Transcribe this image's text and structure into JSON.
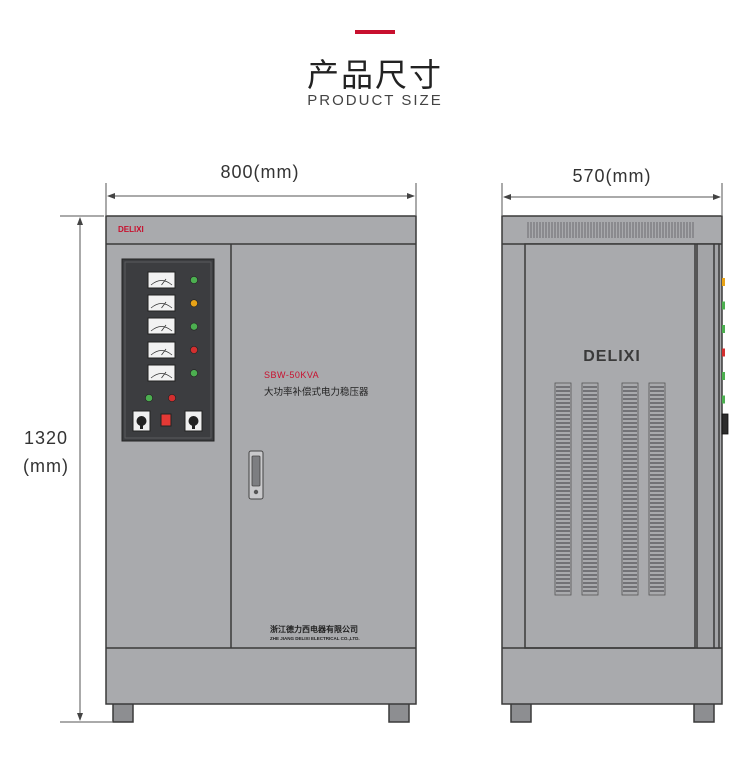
{
  "header": {
    "title": "产品尺寸",
    "subtitle": "PRODUCT SIZE",
    "accent_color": "#c8102e"
  },
  "dimensions": {
    "width": "800(mm)",
    "depth": "570(mm)",
    "height_value": "1320",
    "height_unit": "(mm)"
  },
  "front_view": {
    "brand": "DELIXI",
    "model": "SBW-50KVA",
    "product_name": "大功率补偿式电力稳压器",
    "company_cn": "浙江德力西电器有限公司",
    "company_en": "ZHE JIANG DELIXI ELECTRICAL CO.,LTD.",
    "indicator_colors": [
      "#4caf50",
      "#e8a317",
      "#4caf50",
      "#d32f2f",
      "#4caf50"
    ],
    "bottom_indicator_colors": [
      "#4caf50",
      "#d32f2f"
    ]
  },
  "side_view": {
    "brand": "DELIXI",
    "side_indicator_colors": [
      "#e8a317",
      "#4caf50",
      "#4caf50",
      "#d32f2f",
      "#4caf50",
      "#4caf50"
    ]
  },
  "colors": {
    "cabinet": "#a9aaad",
    "cabinet_dark": "#8d8e91",
    "outline": "#3a3a3a",
    "panel": "#3c3d40"
  }
}
